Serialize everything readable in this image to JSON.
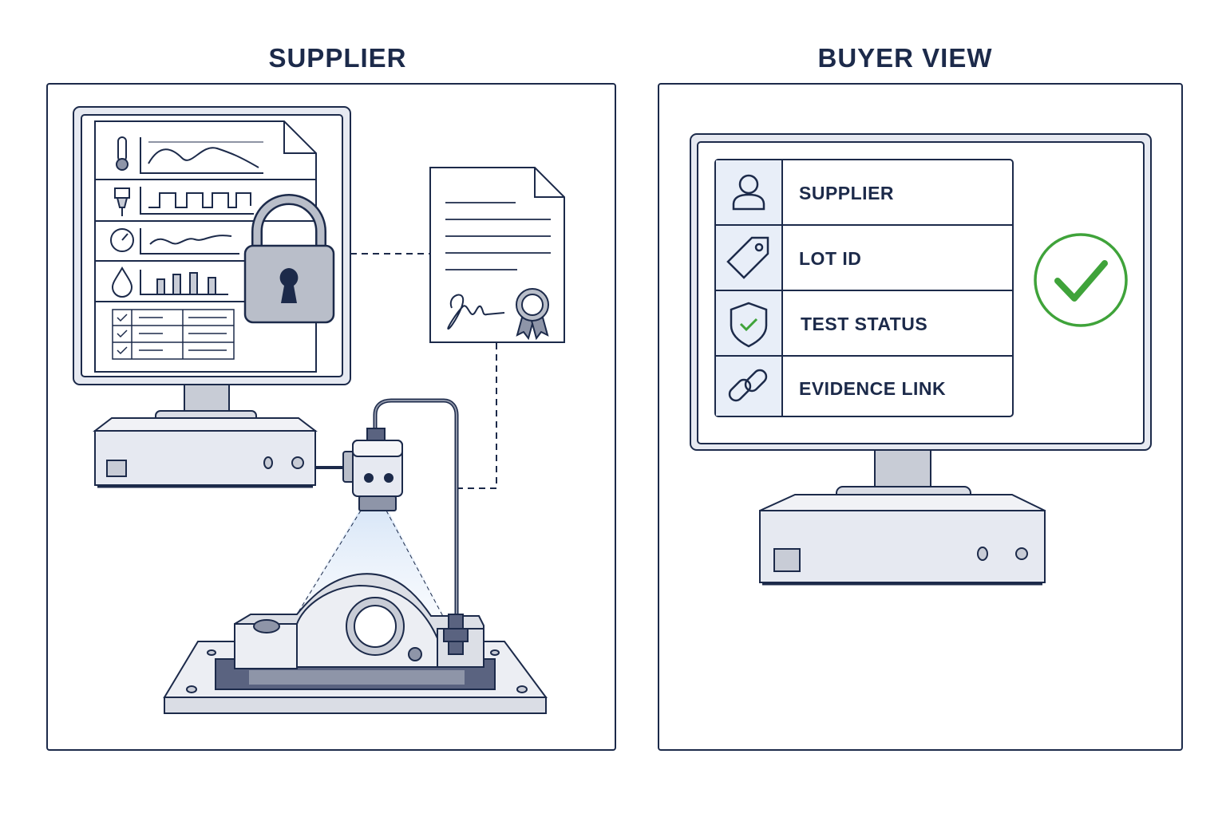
{
  "supplier_panel": {
    "title": "SUPPLIER"
  },
  "buyer_panel": {
    "title": "BUYER VIEW",
    "fields": [
      {
        "label": "SUPPLIER",
        "icon": "user-icon"
      },
      {
        "label": "LOT ID",
        "icon": "tag-icon"
      },
      {
        "label": "TEST STATUS",
        "icon": "shield-check-icon"
      },
      {
        "label": "EVIDENCE LINK",
        "icon": "link-icon"
      }
    ],
    "status_icon": "check-circle-icon"
  },
  "colors": {
    "navy": "#1c2a4a",
    "panel_fill": "#e6e9f1",
    "accent_green": "#3fa33a",
    "icon_bg": "#e8eef8"
  }
}
